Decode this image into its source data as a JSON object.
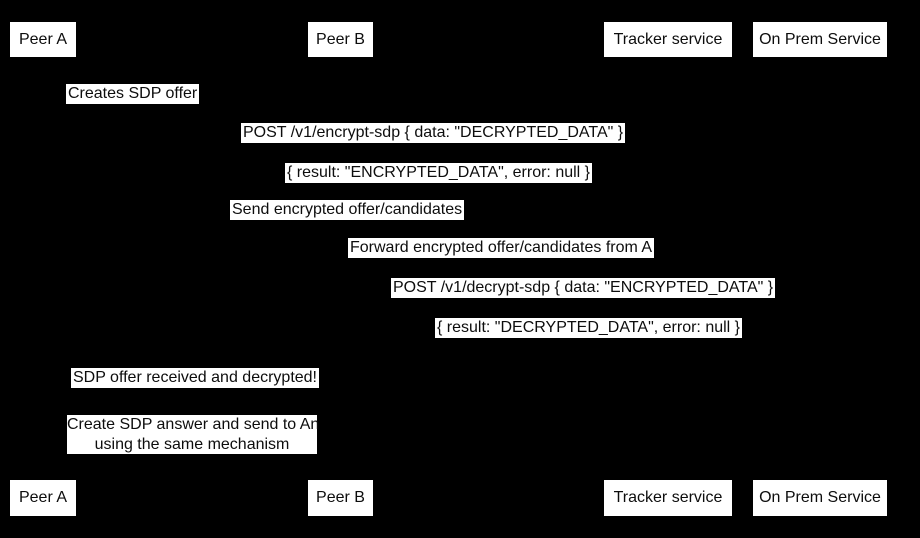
{
  "diagram": {
    "type": "sequence-diagram",
    "colors": {
      "background": "#000000",
      "label_background": "#ffffff",
      "text": "#0d0d0d"
    },
    "participants": [
      "Peer A",
      "Peer B",
      "Tracker service",
      "On Prem Service"
    ],
    "messages": [
      {
        "label": "Creates SDP offer"
      },
      {
        "label": "POST /v1/encrypt-sdp { data: \"DECRYPTED_DATA\" }"
      },
      {
        "label": "{ result: \"ENCRYPTED_DATA\", error: null }"
      },
      {
        "label": "Send encrypted offer/candidates"
      },
      {
        "label": "Forward encrypted offer/candidates from A"
      },
      {
        "label": "POST /v1/decrypt-sdp { data: \"ENCRYPTED_DATA\" }"
      },
      {
        "label": "{ result: \"DECRYPTED_DATA\", error: null }"
      },
      {
        "label": "SDP offer received and decrypted!"
      }
    ],
    "note": {
      "line1": "Create SDP answer and send to An",
      "line2": "using the same mechanism"
    }
  }
}
